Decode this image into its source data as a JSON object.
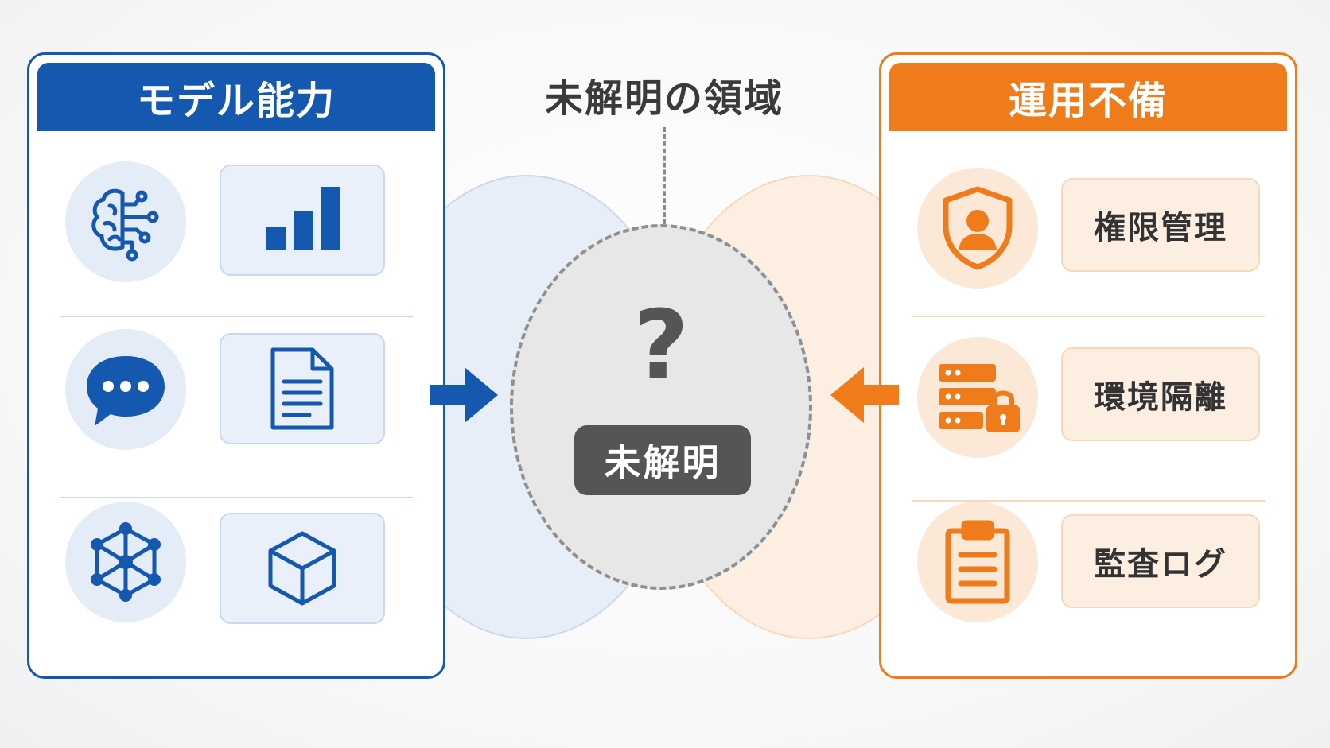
{
  "diagram": {
    "center": {
      "title": "未解明の領域",
      "symbol": "?",
      "badge": "未解明"
    },
    "left_panel": {
      "title": "モデル能力",
      "color": "#1558b0",
      "rows": [
        {
          "circle_icon": "brain-circuit-icon",
          "tile_icon": "bar-chart-icon"
        },
        {
          "circle_icon": "chat-bubble-icon",
          "tile_icon": "document-icon"
        },
        {
          "circle_icon": "network-graph-icon",
          "tile_icon": "cube-icon"
        }
      ]
    },
    "right_panel": {
      "title": "運用不備",
      "color": "#ef7b1b",
      "rows": [
        {
          "circle_icon": "user-shield-icon",
          "label": "権限管理"
        },
        {
          "circle_icon": "server-lock-icon",
          "label": "環境隔離"
        },
        {
          "circle_icon": "clipboard-icon",
          "label": "監査ログ"
        }
      ]
    }
  }
}
